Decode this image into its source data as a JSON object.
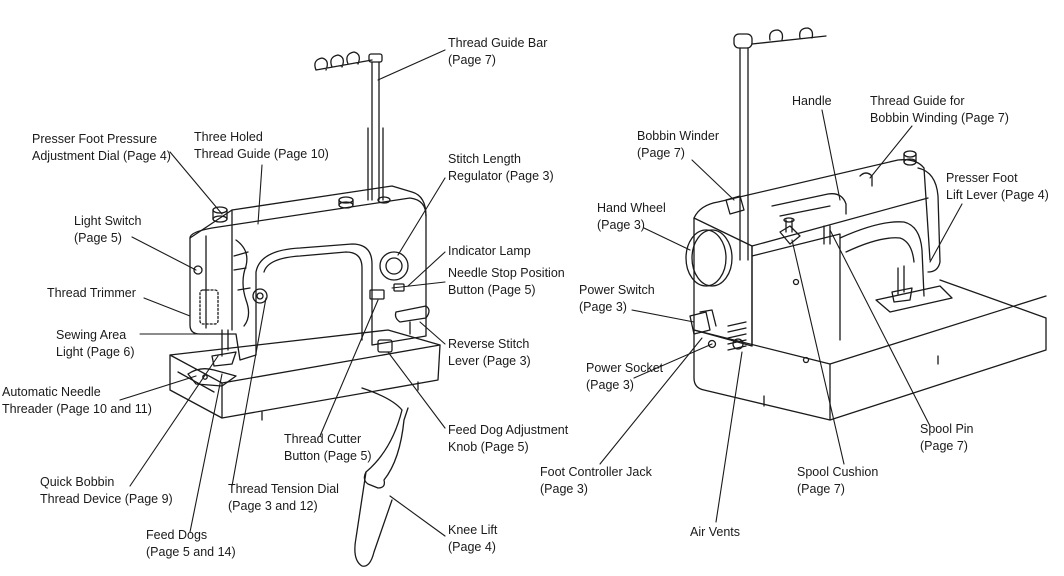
{
  "labels": {
    "thread_guide_bar": [
      "Thread Guide Bar",
      "(Page 7)"
    ],
    "presser_foot_pressure": [
      "Presser Foot Pressure",
      "Adjustment Dial (Page 4)"
    ],
    "three_holed_thread_guide": [
      "Three Holed",
      "Thread Guide (Page 10)"
    ],
    "stitch_length_regulator": [
      "Stitch Length",
      "Regulator (Page 3)"
    ],
    "light_switch": [
      "Light Switch",
      "(Page 5)"
    ],
    "indicator_lamp": [
      "Indicator Lamp"
    ],
    "needle_stop_position": [
      "Needle Stop Position",
      "Button (Page 5)"
    ],
    "thread_trimmer": [
      "Thread Trimmer"
    ],
    "sewing_area_light": [
      "Sewing Area",
      "Light (Page 6)"
    ],
    "reverse_stitch_lever": [
      "Reverse Stitch",
      "Lever (Page 3)"
    ],
    "automatic_needle_threader": [
      "Automatic Needle",
      "Threader (Page 10 and 11)"
    ],
    "feed_dog_adjustment_knob": [
      "Feed Dog Adjustment",
      "Knob (Page 5)"
    ],
    "thread_cutter_button": [
      "Thread Cutter",
      "Button (Page 5)"
    ],
    "quick_bobbin": [
      "Quick Bobbin",
      "Thread Device (Page 9)"
    ],
    "thread_tension_dial": [
      "Thread Tension Dial",
      "(Page 3 and 12)"
    ],
    "knee_lift": [
      "Knee Lift",
      "(Page 4)"
    ],
    "feed_dogs": [
      "Feed Dogs",
      "(Page 5 and 14)"
    ],
    "handle": [
      "Handle"
    ],
    "thread_guide_bobbin_winding": [
      "Thread Guide for",
      "Bobbin Winding (Page 7)"
    ],
    "bobbin_winder": [
      "Bobbin Winder",
      "(Page 7)"
    ],
    "presser_foot_lift_lever": [
      "Presser Foot",
      "Lift Lever (Page 4)"
    ],
    "hand_wheel": [
      "Hand Wheel",
      "(Page 3)"
    ],
    "power_switch": [
      "Power Switch",
      "(Page 3)"
    ],
    "power_socket": [
      "Power Socket",
      "(Page 3)"
    ],
    "spool_pin": [
      "Spool Pin",
      "(Page 7)"
    ],
    "foot_controller_jack": [
      "Foot Controller Jack",
      "(Page 3)"
    ],
    "spool_cushion": [
      "Spool Cushion",
      "(Page 7)"
    ],
    "air_vents": [
      "Air Vents"
    ]
  }
}
